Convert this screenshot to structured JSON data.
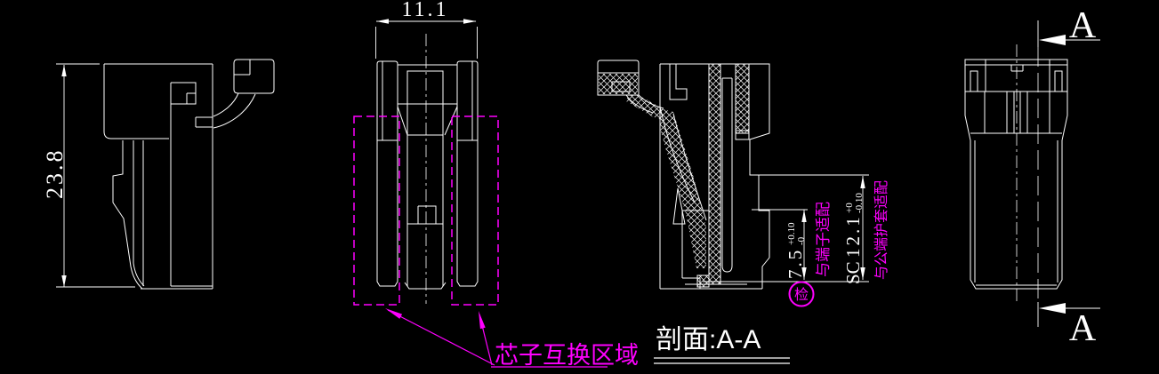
{
  "app": {
    "background": "#000000",
    "line_color": "#ffffff",
    "accent_color": "#ff00ff"
  },
  "views": {
    "side": {
      "height_dim": "23.8"
    },
    "front": {
      "width_dim": "11.1",
      "callout": "芯子互换区域"
    },
    "section": {
      "title": "剖面:A-A",
      "terminal_dim": {
        "value": "7.5",
        "tol_upper": "+0.10",
        "tol_lower": "-0",
        "note": "与端子适配"
      },
      "sleeve_dim": {
        "prefix": "SC",
        "value": "12.1",
        "tol_upper": "+0",
        "tol_lower": "-0.10",
        "note": "与公端护套适配"
      },
      "inspection_mark": "检"
    },
    "rear": {
      "section_label_top": "A",
      "section_label_bottom": "A"
    }
  }
}
